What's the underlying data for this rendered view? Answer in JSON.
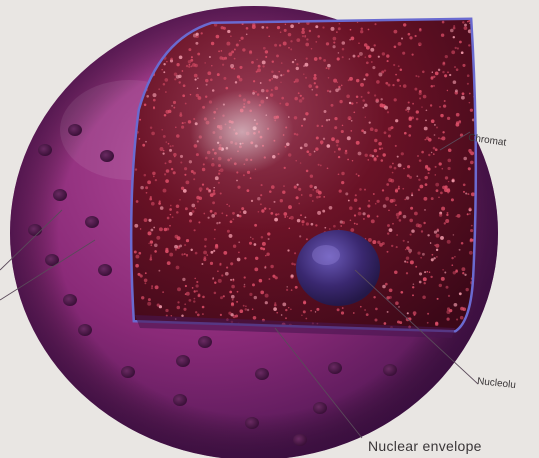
{
  "labels": {
    "chromatin": "Chromat",
    "nucleolus": "Nucleolu",
    "nuclear_envelope": "Nuclear envelope"
  },
  "colors": {
    "page": "#e9e6e3",
    "envelope_purple": "#8a2a78",
    "envelope_dark": "#4a1550",
    "nucleoplasm": "#6a1226",
    "chromatin_speckle": "#e0506a",
    "nucleolus": "#3a2870",
    "pore": "#4a1848",
    "inner_membrane": "#6a6ad0"
  }
}
